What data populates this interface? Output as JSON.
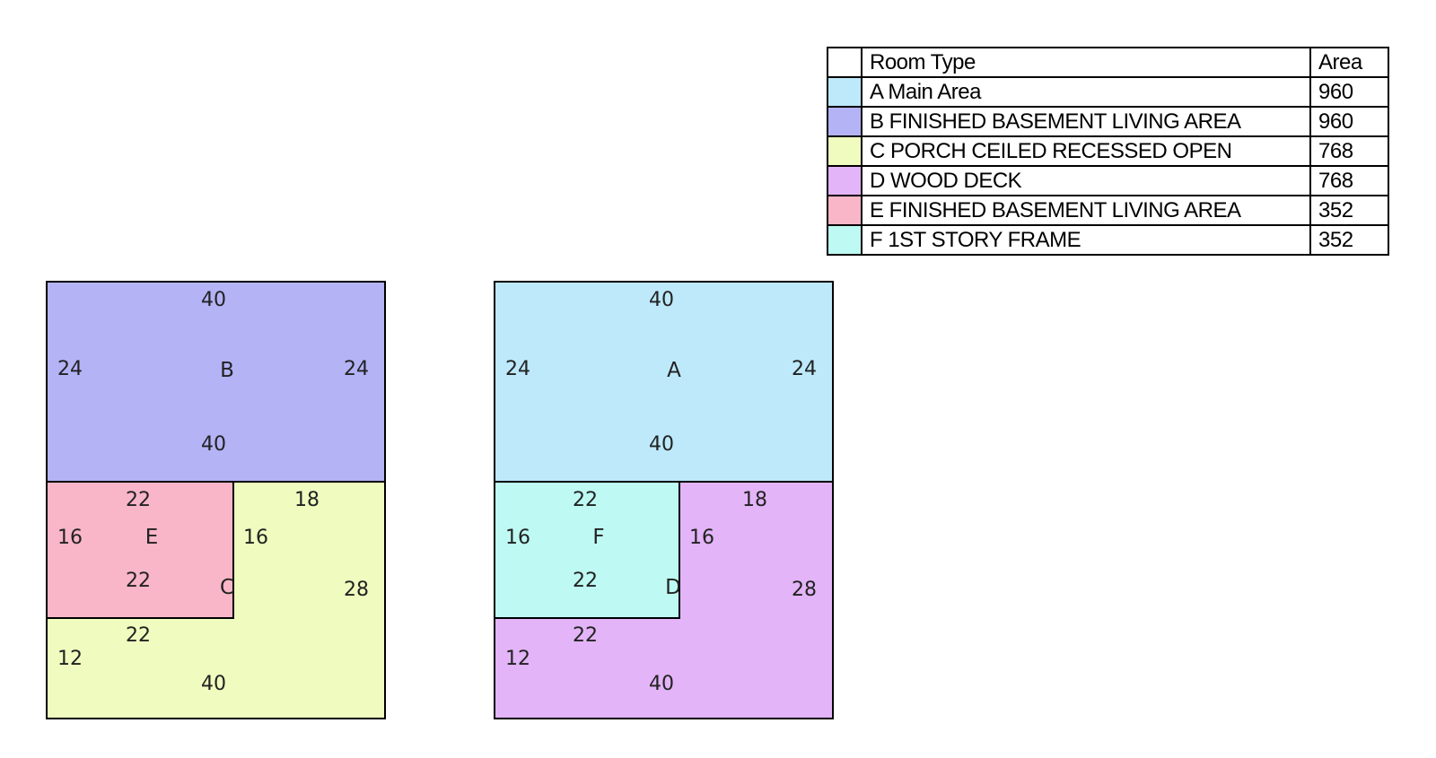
{
  "legend": {
    "header": {
      "type": "Room Type",
      "area": "Area"
    },
    "rows": [
      {
        "label": "A Main Area",
        "area": "960",
        "color": "#bde9fb"
      },
      {
        "label": "B FINISHED BASEMENT LIVING AREA",
        "area": "960",
        "color": "#b4b3f6"
      },
      {
        "label": "C PORCH CEILED RECESSED OPEN",
        "area": "768",
        "color": "#f0fbbf"
      },
      {
        "label": "D WOOD DECK",
        "area": "768",
        "color": "#e3b4f7"
      },
      {
        "label": "E FINISHED BASEMENT LIVING AREA",
        "area": "352",
        "color": "#f9b6c8"
      },
      {
        "label": "F 1ST STORY FRAME",
        "area": "352",
        "color": "#befaf3"
      }
    ]
  },
  "sketches": [
    {
      "rooms": {
        "upper": {
          "letter": "B",
          "color": "#b4b3f6",
          "top": "40",
          "bottom": "40",
          "left": "24",
          "right": "24"
        },
        "small": {
          "letter": "E",
          "color": "#f9b6c8",
          "top": "22",
          "bottom": "22",
          "left": "16",
          "right": "16"
        },
        "ell": {
          "letter": "C",
          "color": "#f0fbbf",
          "top": "18",
          "right": "28",
          "bottom": "40",
          "left": "12",
          "inner_top": "22"
        }
      }
    },
    {
      "rooms": {
        "upper": {
          "letter": "A",
          "color": "#bde9fb",
          "top": "40",
          "bottom": "40",
          "left": "24",
          "right": "24"
        },
        "small": {
          "letter": "F",
          "color": "#befaf3",
          "top": "22",
          "bottom": "22",
          "left": "16",
          "right": "16"
        },
        "ell": {
          "letter": "D",
          "color": "#e3b4f7",
          "top": "18",
          "right": "28",
          "bottom": "40",
          "left": "12",
          "inner_top": "22"
        }
      }
    }
  ]
}
